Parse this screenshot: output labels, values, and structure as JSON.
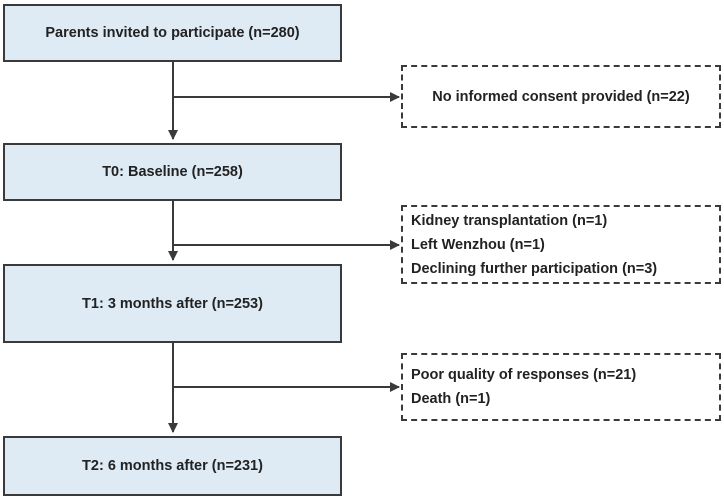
{
  "main_steps": [
    {
      "id": "invited",
      "label": "Parents invited to participate (n=280)"
    },
    {
      "id": "t0",
      "label": "T0: Baseline  (n=258)"
    },
    {
      "id": "t1",
      "label": "T1: 3 months after  (n=253)"
    },
    {
      "id": "t2",
      "label": "T2: 6 months after  (n=231)"
    }
  ],
  "exclusions": [
    {
      "id": "ex1",
      "lines": [
        "No informed consent provided (n=22)"
      ]
    },
    {
      "id": "ex2",
      "lines": [
        "Kidney transplantation (n=1)",
        "Left Wenzhou (n=1)",
        "Declining further participation (n=3)"
      ]
    },
    {
      "id": "ex3",
      "lines": [
        "Poor quality of responses  (n=21)",
        "Death  (n=1)"
      ]
    }
  ],
  "colors": {
    "main_fill": "#deebf5",
    "border": "#3a3a3a",
    "arrow": "#3a3a3a"
  }
}
